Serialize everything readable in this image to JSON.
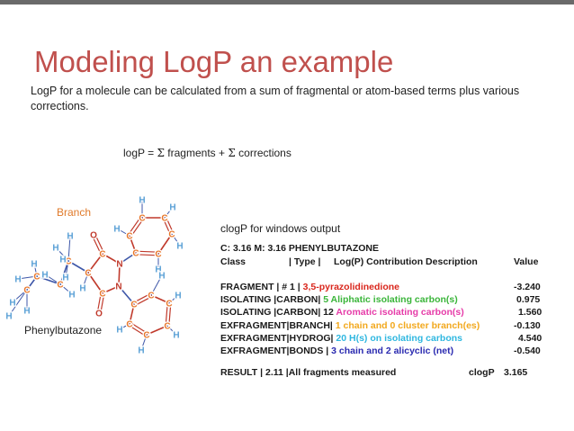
{
  "slide": {
    "accent_color": "#c0504d",
    "title": "Modeling LogP an example",
    "intro": "LogP for a molecule can be calculated from a sum of fragmental or atom-based terms plus various corrections.",
    "formula": {
      "lhs": "logP = ",
      "sigma": "Σ",
      "fragments": " fragments  +  ",
      "corrections": " corrections"
    },
    "branch_label": "Branch",
    "molecule_name": "Phenylbutazone",
    "clogp_heading": "clogP for windows output"
  },
  "molecule": {
    "atom_carbon": "C",
    "atom_hydrogen": "H",
    "atom_nitrogen": "N",
    "atom_oxygen": "O",
    "colors": {
      "carbon": "#e8772a",
      "hydrogen": "#5aa0d6",
      "nitrogen": "#c0392b",
      "oxygen": "#c0392b",
      "bond": "#3d56a8",
      "ring_bond": "#c0392b"
    }
  },
  "output": {
    "header1": "C:  3.16  M:  3.16 PHENYLBUTAZONE",
    "header2": {
      "class": "Class",
      "type": "| Type |",
      "desc": "Log(P) Contribution Description",
      "value": "Value"
    },
    "rows": [
      {
        "prefix": "FRAGMENT  | # 1  |  ",
        "highlight": "3,5-pyrazolidinedione",
        "color": "#d9261c",
        "value": "-3.240"
      },
      {
        "prefix": "ISOLATING |CARBON|  ",
        "highlight": "5 Aliphatic isolating carbon(s)",
        "color": "#3ab53a",
        "value": "0.975"
      },
      {
        "prefix": "ISOLATING |CARBON| 12 ",
        "highlight": "Aromatic isolating carbon(s)",
        "color": "#e63ba8",
        "value": "1.560"
      },
      {
        "prefix": "EXFRAGMENT|BRANCH|  ",
        "highlight": "1 chain and  0 cluster branch(es)",
        "color": "#f2a81d",
        "value": "-0.130"
      },
      {
        "prefix": "EXFRAGMENT|HYDROG| ",
        "highlight": "20 H(s) on isolating carbons",
        "color": "#2fb7e0",
        "value": "4.540"
      },
      {
        "prefix": "EXFRAGMENT|BONDS |  ",
        "highlight": "3 chain and  2 alicyclic (net)",
        "color": "#2a2ab0",
        "value": "-0.540"
      }
    ],
    "result": {
      "left": "RESULT    | 2.11 |All fragments measured",
      "label": "clogP",
      "value": "3.165"
    }
  }
}
